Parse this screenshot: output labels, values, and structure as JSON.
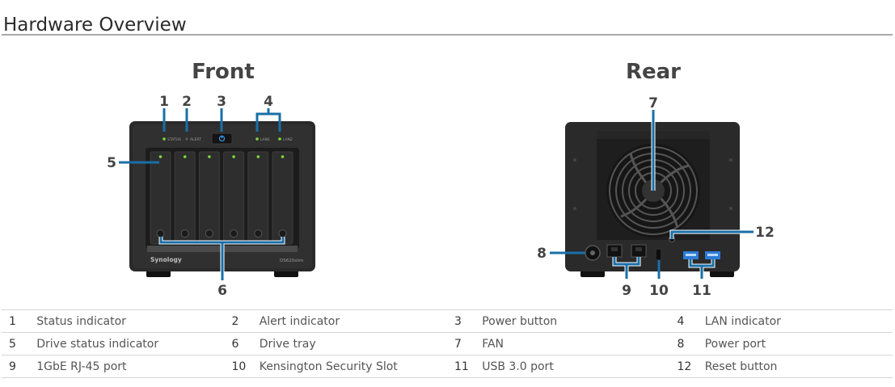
{
  "page": {
    "title": "Hardware Overview"
  },
  "views": {
    "front": "Front",
    "rear": "Rear"
  },
  "device": {
    "brand": "Synology",
    "model": "DS620slim"
  },
  "front_leds": {
    "status": "STATUS",
    "alert": "ALERT",
    "lan1": "LAN1",
    "lan2": "LAN2"
  },
  "callouts": [
    "1",
    "2",
    "3",
    "4",
    "5",
    "6",
    "7",
    "8",
    "9",
    "10",
    "11",
    "12"
  ],
  "legend": {
    "rows": [
      [
        {
          "num": "1",
          "label": "Status indicator"
        },
        {
          "num": "2",
          "label": "Alert indicator"
        },
        {
          "num": "3",
          "label": "Power button"
        },
        {
          "num": "4",
          "label": "LAN indicator"
        }
      ],
      [
        {
          "num": "5",
          "label": "Drive status indicator"
        },
        {
          "num": "6",
          "label": "Drive tray"
        },
        {
          "num": "7",
          "label": "FAN"
        },
        {
          "num": "8",
          "label": "Power port"
        }
      ],
      [
        {
          "num": "9",
          "label": "1GbE RJ-45 port"
        },
        {
          "num": "10",
          "label": "Kensington Security Slot"
        },
        {
          "num": "11",
          "label": "USB 3.0 port"
        },
        {
          "num": "12",
          "label": "Reset button"
        }
      ]
    ]
  },
  "colors": {
    "callout": "#1a6fa8",
    "chassis": "#2a2a2a",
    "led_green": "#7ddc3a",
    "power_blue": "#3aa0ff"
  }
}
